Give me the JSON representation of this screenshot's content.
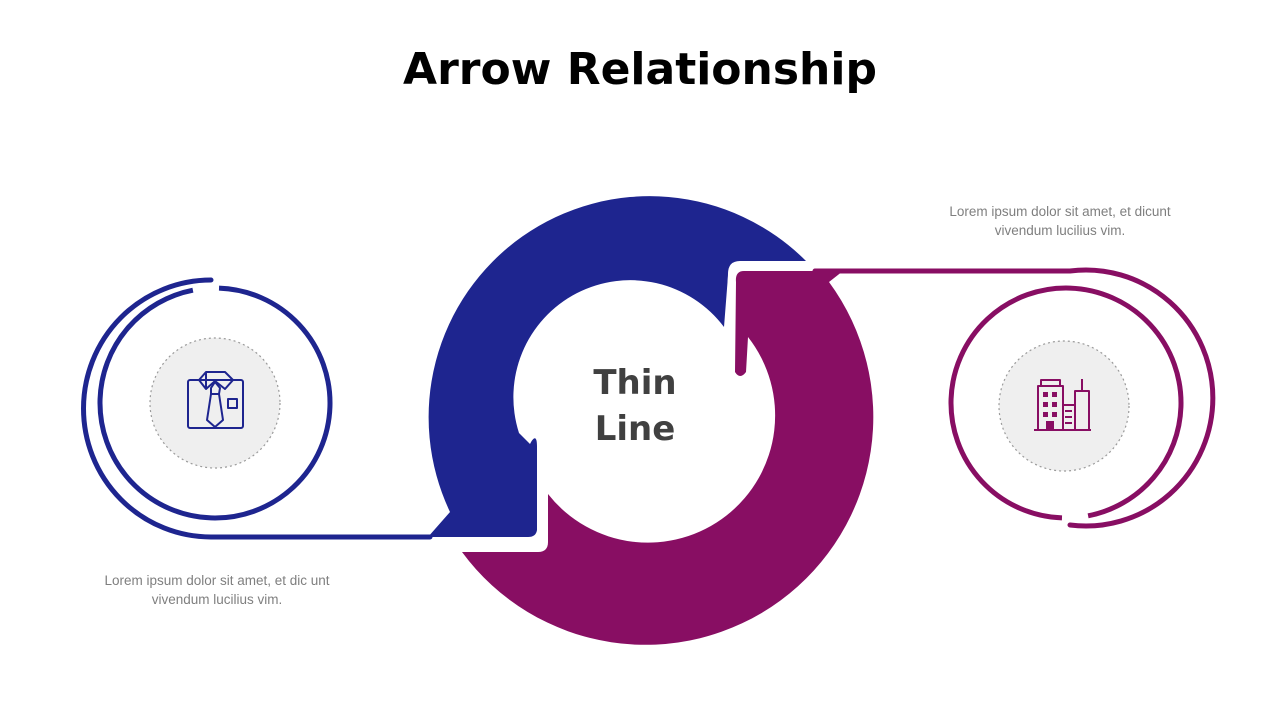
{
  "title": "Arrow Relationship",
  "center": {
    "line1": "Thin",
    "line2": "Line"
  },
  "notes": {
    "left": "Lorem ipsum dolor sit amet, et dic unt vivendum lucilius vim.",
    "right": "Lorem ipsum dolor sit amet, et dicunt vivendum lucilius vim."
  },
  "icons": {
    "left": "shirt-tie-icon",
    "right": "city-buildings-icon"
  },
  "colors": {
    "blue": "#1e258f",
    "purple": "#880e63",
    "icon_bg": "#efefef",
    "center_text": "#404040",
    "note_text": "#7f7f7f"
  }
}
